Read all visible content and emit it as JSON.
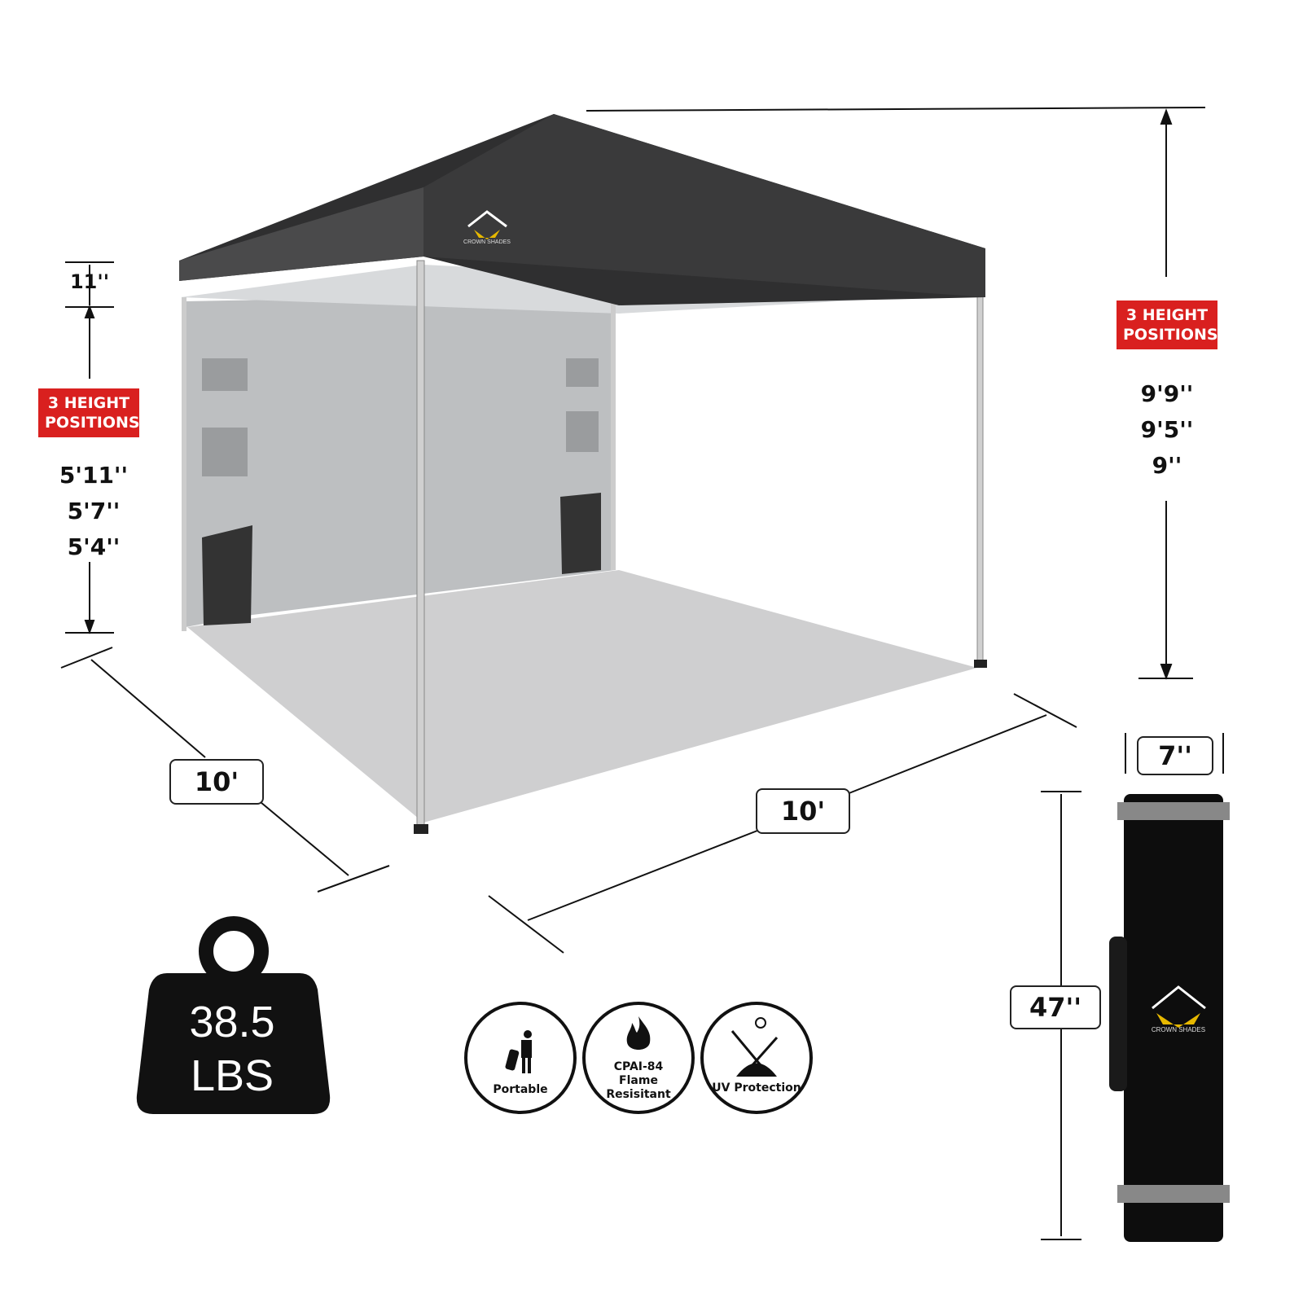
{
  "canopy": {
    "brand": "CROWN SHADES",
    "color": "#3a3a3a",
    "wall_color": "#bfc1c3"
  },
  "left_dims": {
    "peak_height": "11''",
    "badge": [
      "3 HEIGHT",
      "POSITIONS"
    ],
    "heights": [
      "5'11''",
      "5'7''",
      "5'4''"
    ]
  },
  "right_dims": {
    "badge": [
      "3 HEIGHT",
      "POSITIONS"
    ],
    "heights": [
      "9'9''",
      "9'5''",
      "9''"
    ]
  },
  "footprint": {
    "depth": "10'",
    "width": "10'"
  },
  "bag": {
    "width": "7''",
    "height": "47''",
    "brand": "CROWN SHADES"
  },
  "weight": {
    "value": "38.5",
    "unit": "LBS"
  },
  "features": [
    {
      "icon": "person-with-luggage-icon",
      "label": "Portable"
    },
    {
      "icon": "flame-icon",
      "label": "CPAI-84 Flame Resisitant"
    },
    {
      "icon": "uv-sun-umbrella-icon",
      "label": "UV Protection"
    }
  ],
  "accent": "#d9201f"
}
